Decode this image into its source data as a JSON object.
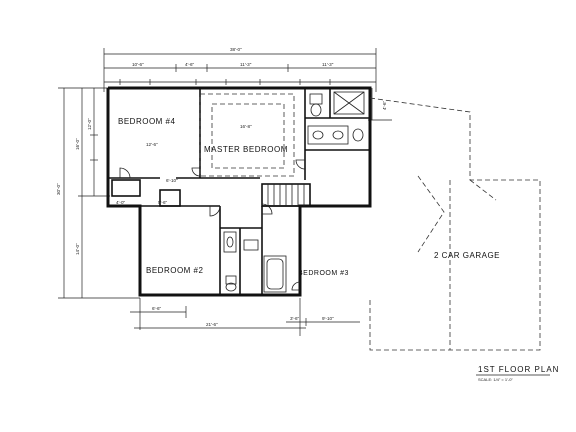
{
  "rooms": {
    "bedroom4": "BEDROOM #4",
    "master": "MASTER BEDROOM",
    "bedroom2": "BEDROOM #2",
    "bedroom3": "BEDROOM #3",
    "garage": "2 CAR GARAGE"
  },
  "dimensions": {
    "overall_width": "38'-0\"",
    "top_seg1": "10'-6\"",
    "top_seg2": "4'-6\"",
    "top_seg3": "11'-3\"",
    "top_seg4": "11'-3\"",
    "left_overall": "30'-0\"",
    "left_upper": "16'-0\"",
    "left_lower": "14'-0\"",
    "left_seg_a": "12'-0\"",
    "right_seg": "4'-6\"",
    "master_width": "16'-8\"",
    "bed4_width": "12'-6\"",
    "bottom_left": "6'-6\"",
    "bottom_overall": "21'-6\"",
    "bottom_right1": "3'-6\"",
    "bottom_right2": "9'-10\"",
    "misc1": "6'-10\"",
    "misc2": "4'-0\"",
    "misc3": "5'-6\""
  },
  "title": {
    "main": "1ST FLOOR PLAN",
    "scale": "SCALE: 1/4\" = 1'-0\""
  }
}
